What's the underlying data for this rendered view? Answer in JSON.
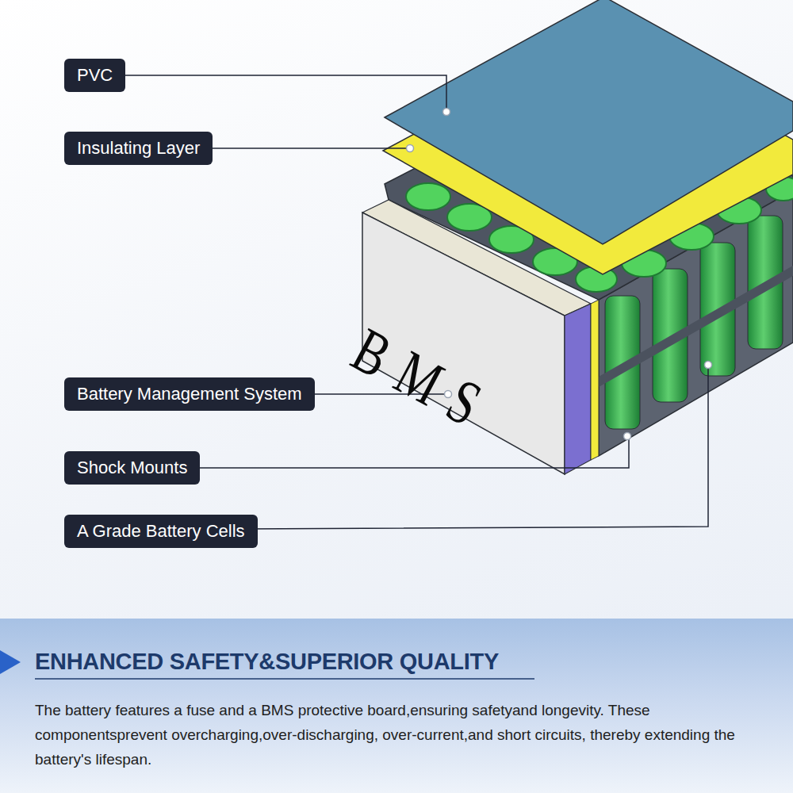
{
  "diagram": {
    "title": "ENHANCED SAFETY&SUPERIOR QUALITY",
    "caption": "The battery features a fuse and a BMS protective board,ensuring safetyand longevity. These componentsprevent overcharging,over-discharging, over-current,and short circuits, thereby extending the battery's lifespan.",
    "nodes": [
      {
        "text": [
          "PVC"
        ]
      },
      {
        "text": [
          "Insulating Layer"
        ]
      },
      {
        "text": [
          "Battery Management System"
        ]
      },
      {
        "text": [
          "Shock Mounts"
        ]
      },
      {
        "text": [
          "A Grade Battery Cells"
        ]
      }
    ],
    "labels": [
      "BMS"
    ]
  }
}
